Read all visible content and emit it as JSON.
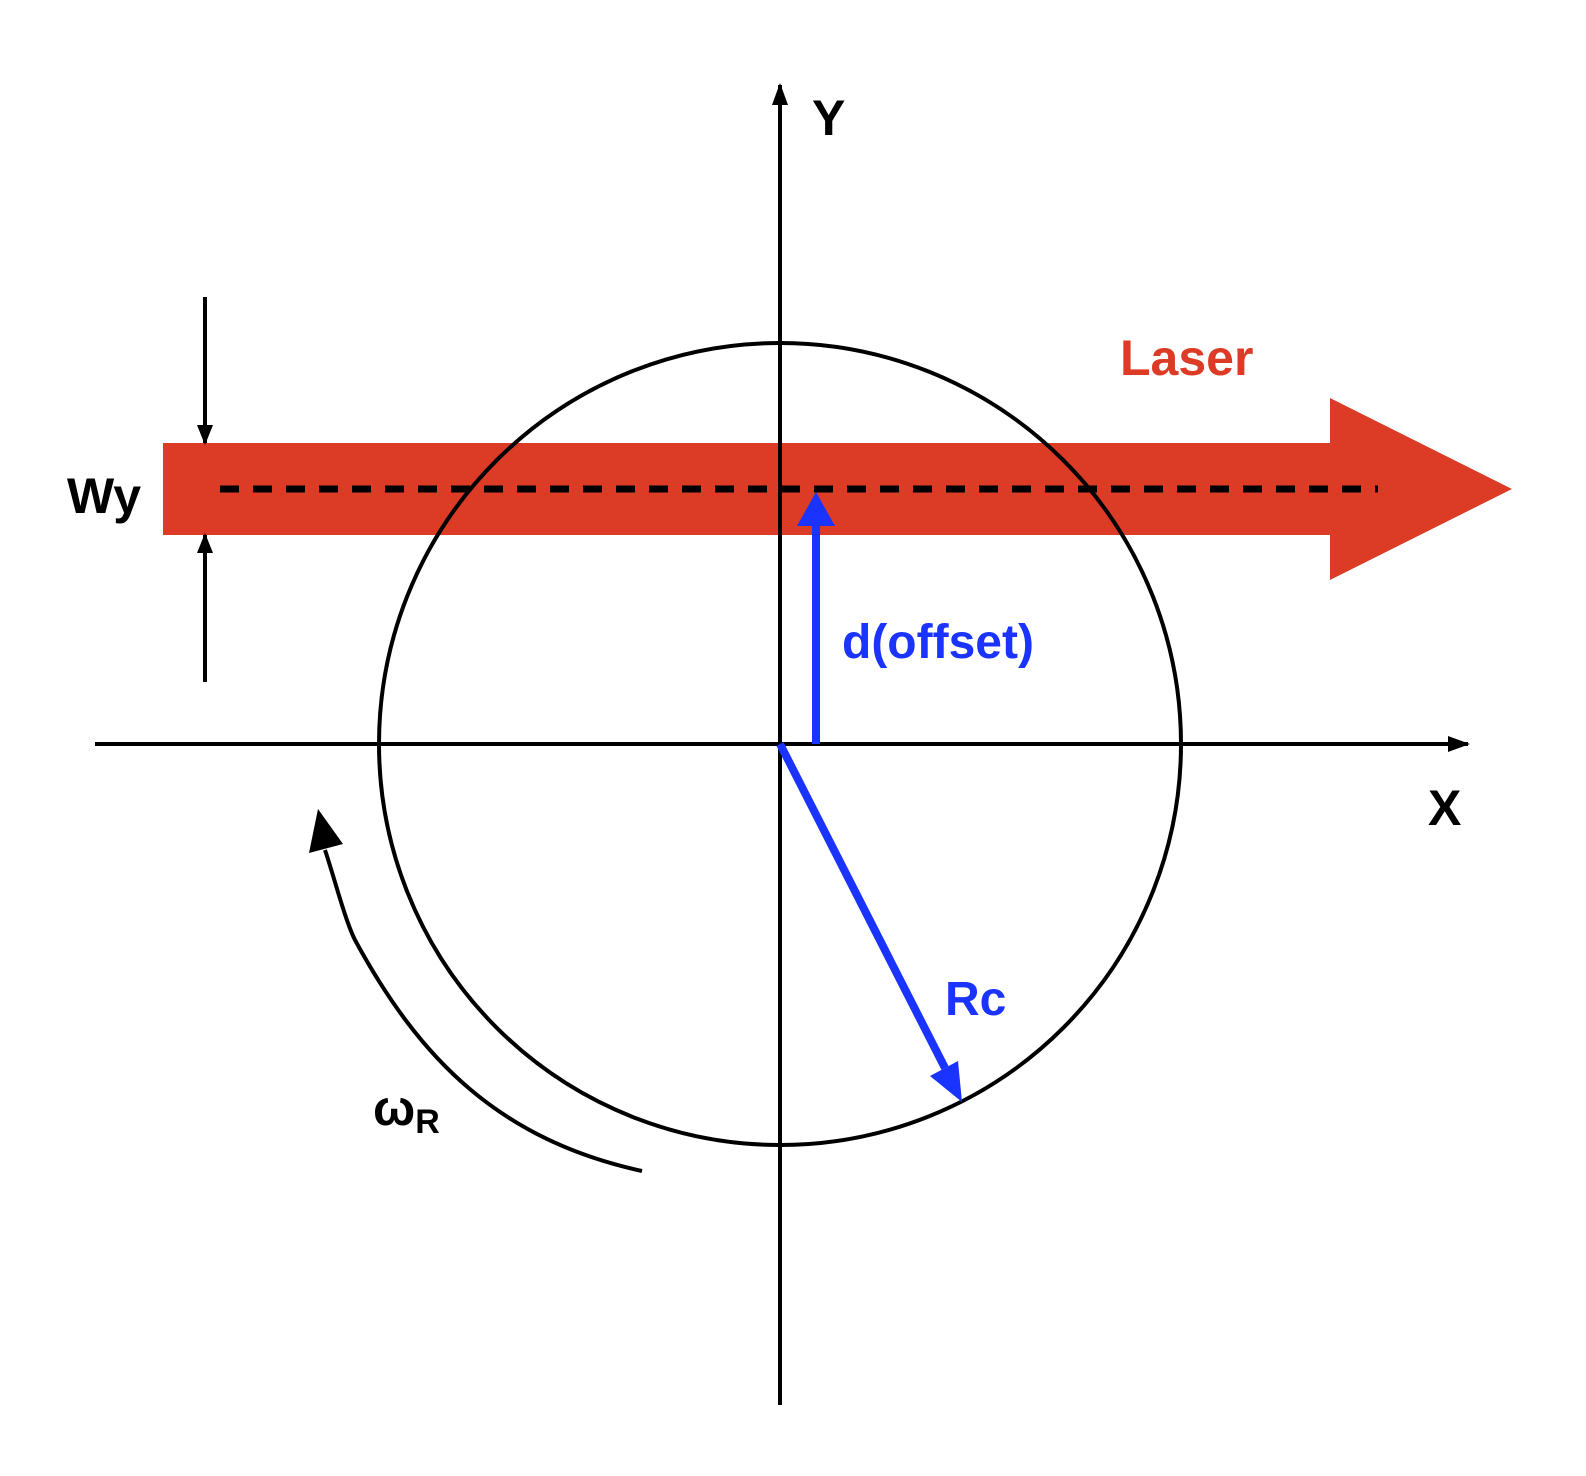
{
  "labels": {
    "y_axis": "Y",
    "x_axis": "X",
    "laser": "Laser",
    "beam_width": "Wy",
    "offset": "d(offset)",
    "radius": "Rc",
    "rotation_symbol": "ω",
    "rotation_subscript": "R"
  },
  "colors": {
    "laser": "#dc3b26",
    "vector": "#1a33ff",
    "line": "#000000",
    "background": "#ffffff"
  }
}
